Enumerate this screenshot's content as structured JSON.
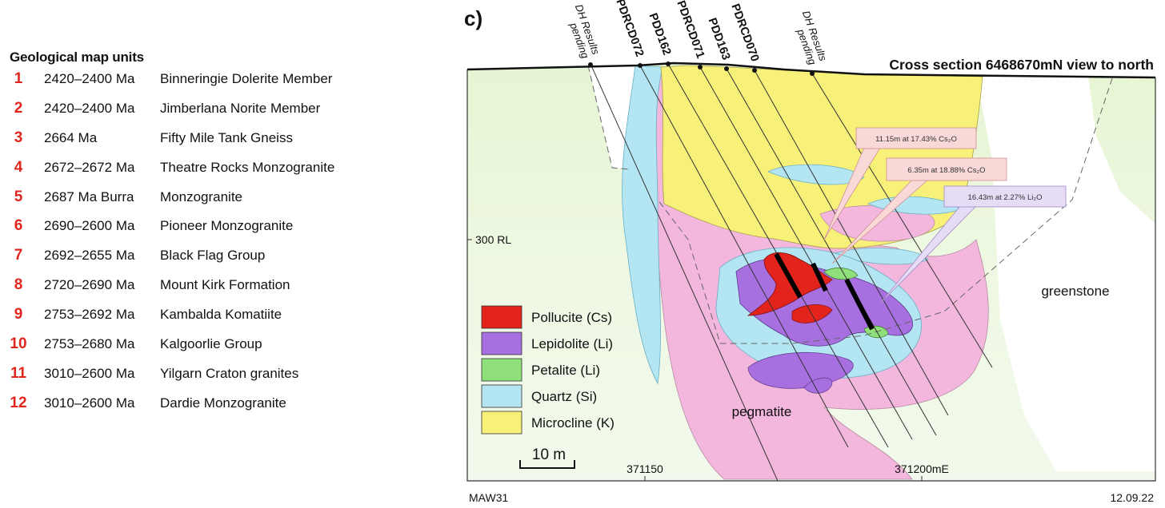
{
  "units": {
    "title": "Geological map units",
    "items": [
      {
        "num": "1",
        "age": "2420–2400 Ma",
        "name": "Binneringie Dolerite Member"
      },
      {
        "num": "2",
        "age": "2420–2400 Ma",
        "name": "Jimberlana Norite Member"
      },
      {
        "num": "3",
        "age": "2664 Ma",
        "name": "Fifty Mile Tank Gneiss"
      },
      {
        "num": "4",
        "age": "2672–2672 Ma",
        "name": "Theatre Rocks Monzogranite"
      },
      {
        "num": "5",
        "age": "2687 Ma Burra",
        "name": "Monzogranite"
      },
      {
        "num": "6",
        "age": "2690–2600 Ma",
        "name": "Pioneer Monzogranite"
      },
      {
        "num": "7",
        "age": "2692–2655 Ma",
        "name": "Black Flag Group"
      },
      {
        "num": "8",
        "age": "2720–2690 Ma",
        "name": "Mount Kirk Formation"
      },
      {
        "num": "9",
        "age": "2753–2692 Ma",
        "name": "Kambalda Komatiite"
      },
      {
        "num": "10",
        "age": "2753–2680 Ma",
        "name": "Kalgoorlie Group"
      },
      {
        "num": "11",
        "age": "3010–2600 Ma",
        "name": "Yilgarn Craton granites"
      },
      {
        "num": "12",
        "age": "3010–2600 Ma",
        "name": "Dardie Monzogranite"
      }
    ]
  },
  "section": {
    "panel_label": "c)",
    "title": "Cross section 6468670mN view to north",
    "rl_label": "300 RL",
    "rock_greenstone": "greenstone",
    "rock_pegmatite": "pegmatite",
    "easting_1": "371150",
    "easting_2": "371200mE",
    "scale_label": "10 m",
    "footer_left": "MAW31",
    "footer_right": "12.09.22",
    "pending_label_line1": "DH Results",
    "pending_label_line2": "pending",
    "holes": [
      "PDRCD072",
      "PDD162",
      "PDRCD071",
      "PDD163",
      "PDRCD070"
    ],
    "callouts": [
      "11.15m at 17.43% Cs₂O",
      "6.35m at 18.88% Cs₂O",
      "16.43m at 2.27% Li₂O"
    ],
    "legend": [
      {
        "label": "Pollucite (Cs)",
        "color": "#e3241c"
      },
      {
        "label": "Lepidolite (Li)",
        "color": "#a86fe0"
      },
      {
        "label": "Petalite (Li)",
        "color": "#8fe07a"
      },
      {
        "label": "Quartz (Si)",
        "color": "#b3e6f2"
      },
      {
        "label": "Microcline (K)",
        "color": "#f7f079"
      }
    ]
  }
}
